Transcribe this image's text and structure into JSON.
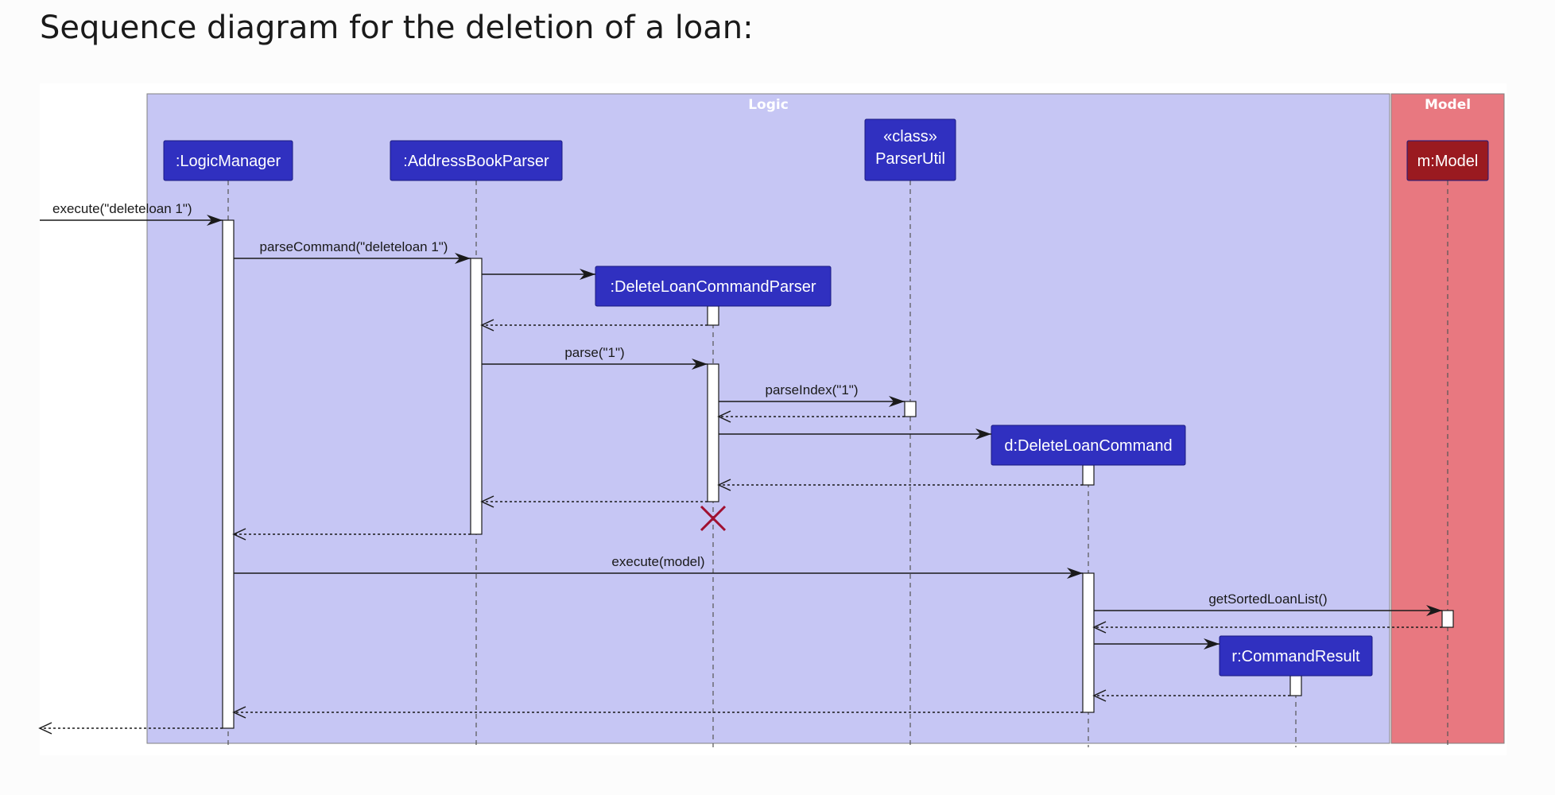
{
  "page": {
    "heading": "Sequence diagram for the deletion of a loan:"
  },
  "diagram": {
    "frames": [
      {
        "id": "logic",
        "title": "Logic",
        "color": "#c6c6f4"
      },
      {
        "id": "model",
        "title": "Model",
        "color": "#e87880"
      }
    ],
    "participants": [
      {
        "id": "lm",
        "lines": [
          ":LogicManager"
        ],
        "color": "#3030c0"
      },
      {
        "id": "abp",
        "lines": [
          ":AddressBookParser"
        ],
        "color": "#3030c0"
      },
      {
        "id": "dlcp",
        "lines": [
          ":DeleteLoanCommandParser"
        ],
        "color": "#3030c0"
      },
      {
        "id": "pu",
        "lines": [
          "«class»",
          "ParserUtil"
        ],
        "color": "#3030c0"
      },
      {
        "id": "dlc",
        "lines": [
          "d:DeleteLoanCommand"
        ],
        "color": "#3030c0"
      },
      {
        "id": "cr",
        "lines": [
          "r:CommandResult"
        ],
        "color": "#3030c0"
      },
      {
        "id": "m",
        "lines": [
          "m:Model"
        ],
        "color": "#9a1a20"
      }
    ],
    "messages": [
      {
        "id": "m1",
        "label": "execute(\"deleteloan 1\")"
      },
      {
        "id": "m2",
        "label": "parseCommand(\"deleteloan 1\")"
      },
      {
        "id": "m3",
        "label": ""
      },
      {
        "id": "m4",
        "label": ""
      },
      {
        "id": "m5",
        "label": "parse(\"1\")"
      },
      {
        "id": "m6",
        "label": "parseIndex(\"1\")"
      },
      {
        "id": "m7",
        "label": ""
      },
      {
        "id": "m8",
        "label": ""
      },
      {
        "id": "m9",
        "label": ""
      },
      {
        "id": "m10",
        "label": ""
      },
      {
        "id": "m11",
        "label": ""
      },
      {
        "id": "m12",
        "label": "execute(model)"
      },
      {
        "id": "m13",
        "label": "getSortedLoanList()"
      },
      {
        "id": "m14",
        "label": ""
      },
      {
        "id": "m15",
        "label": ""
      },
      {
        "id": "m16",
        "label": ""
      },
      {
        "id": "m17",
        "label": ""
      },
      {
        "id": "m18",
        "label": ""
      }
    ],
    "colors": {
      "line": "#1a1a1a",
      "lifeline": "#555555",
      "destroy": "#a01030",
      "activation_fill": "#ffffff"
    }
  }
}
